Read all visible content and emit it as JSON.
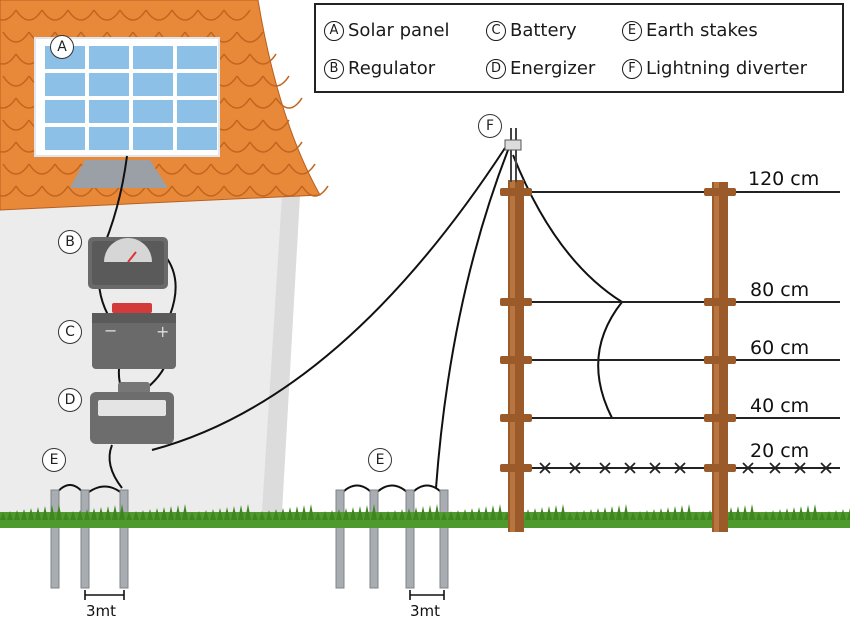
{
  "legend": [
    {
      "letter": "A",
      "text": "Solar panel"
    },
    {
      "letter": "C",
      "text": "Battery"
    },
    {
      "letter": "E",
      "text": "Earth stakes"
    },
    {
      "letter": "B",
      "text": "Regulator"
    },
    {
      "letter": "D",
      "text": "Energizer"
    },
    {
      "letter": "F",
      "text": "Lightning diverter"
    }
  ],
  "wire_heights": [
    "120 cm",
    "80 cm",
    "60 cm",
    "40 cm",
    "20 cm"
  ],
  "markers": {
    "A": "A",
    "B": "B",
    "C": "C",
    "D": "D",
    "E1": "E",
    "E2": "E",
    "F": "F"
  },
  "stake_spacing": [
    "3mt",
    "3mt"
  ],
  "colors": {
    "roof": "#e8893a",
    "wall": "#ececec",
    "post": "#9a5a2a",
    "grass": "#4f9a2c",
    "panel_cell": "#8cc0e6",
    "device": "#6a6a6a"
  }
}
